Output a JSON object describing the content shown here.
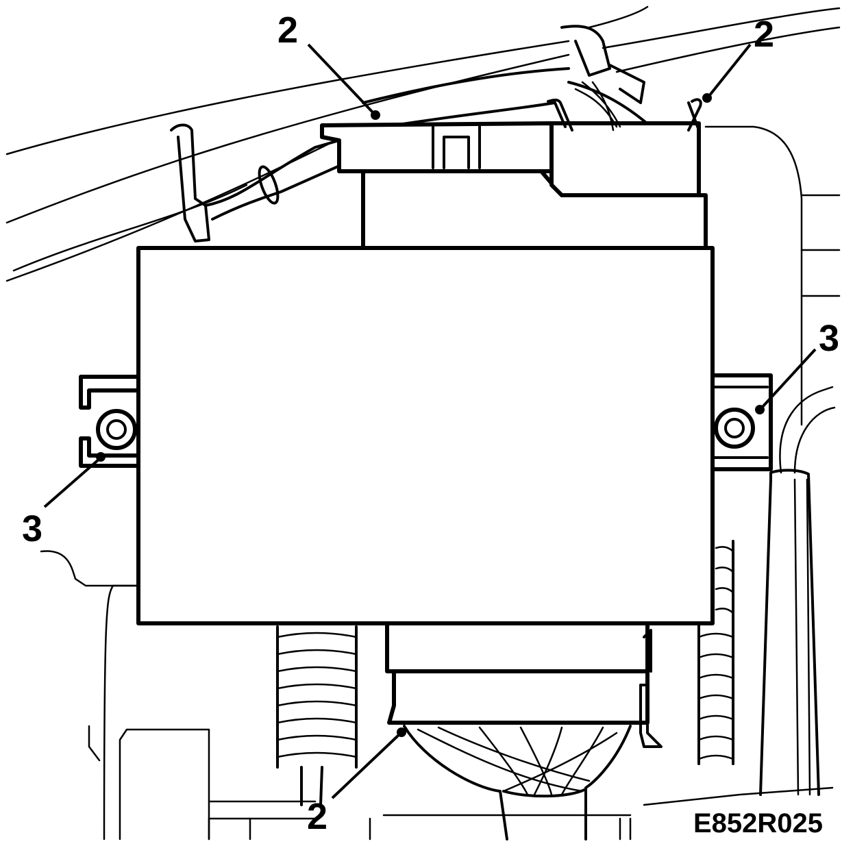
{
  "callouts": {
    "c1": "2",
    "c2": "2",
    "c3": "3",
    "c4": "3",
    "c5": "2"
  },
  "figure_id": "E852R025",
  "colors": {
    "line": "#000000",
    "background": "#ffffff"
  }
}
